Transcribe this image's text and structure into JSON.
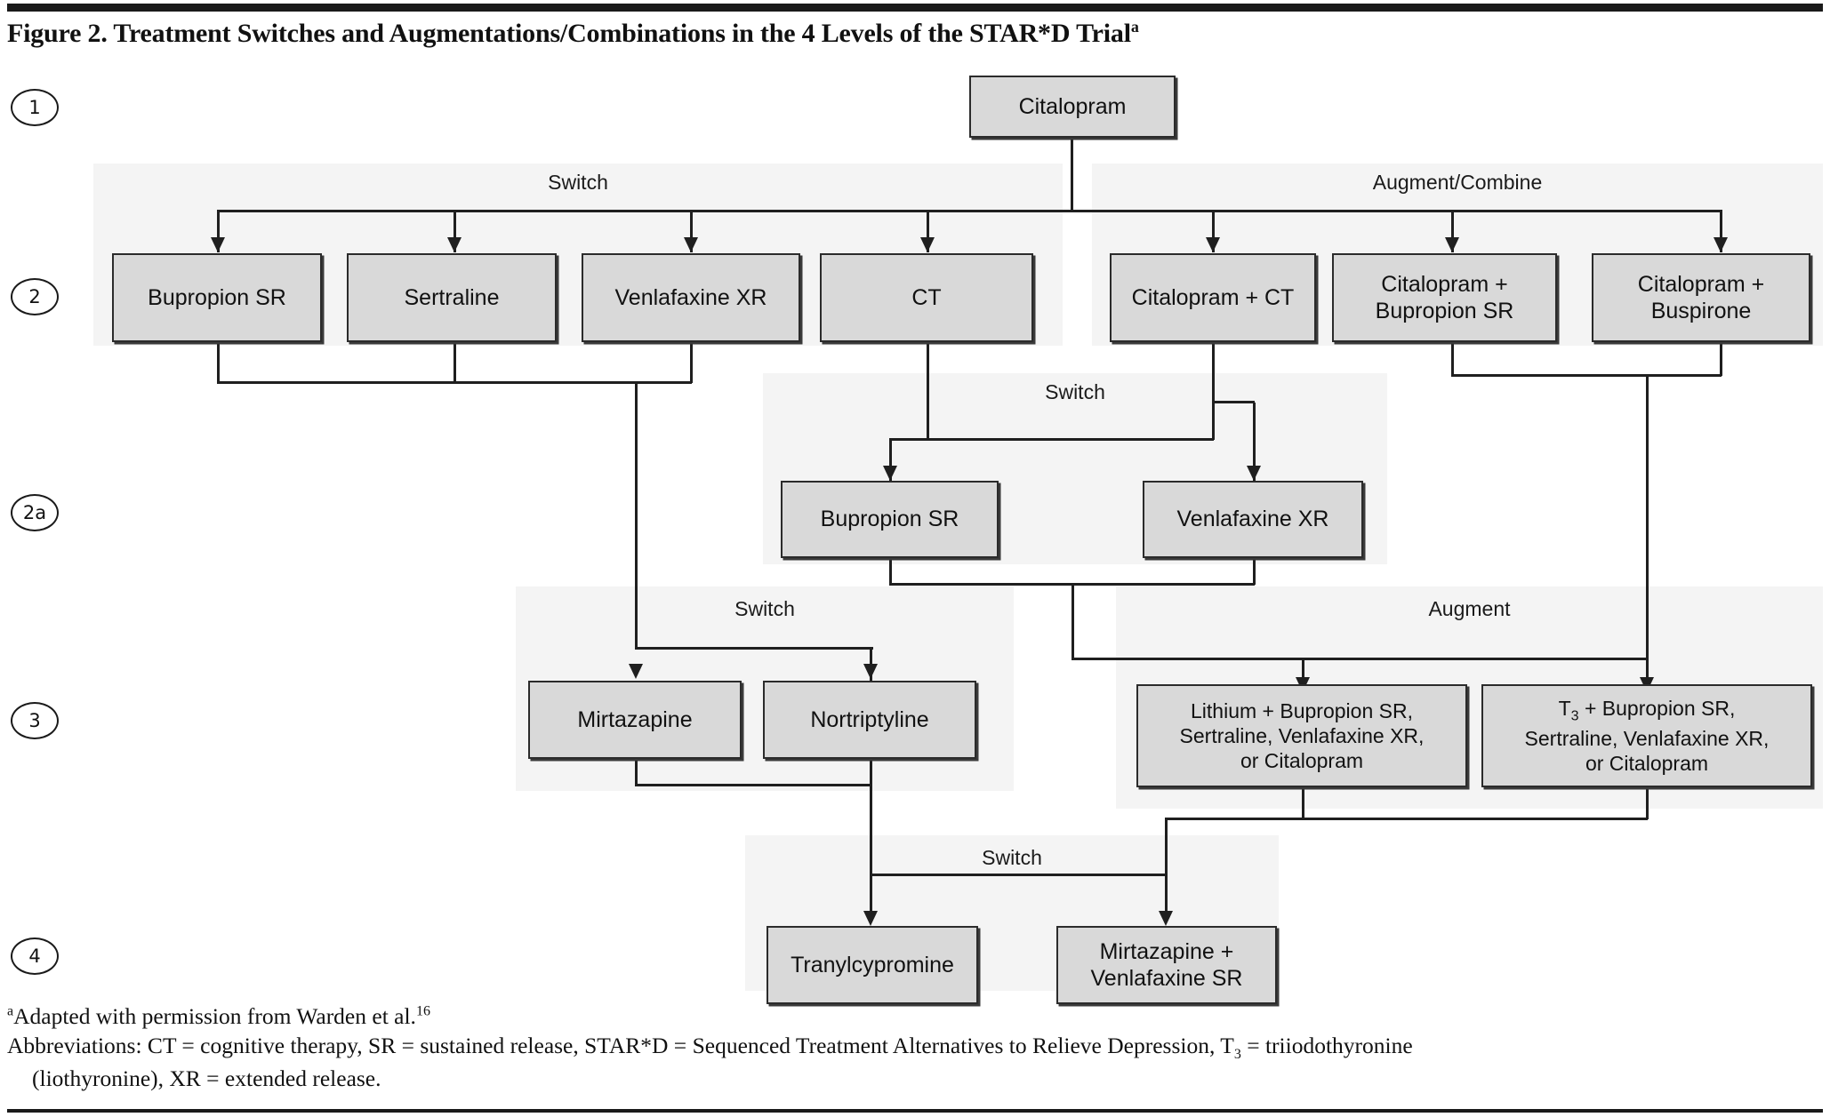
{
  "figure": {
    "title": "Figure 2. Treatment Switches and Augmentations/Combinations in the 4 Levels of the STAR*D Trial",
    "title_superscript": "a"
  },
  "colors": {
    "node_fill": "#d9d9d9",
    "node_border": "#2b2b2b",
    "band_fill": "#f4f4f4",
    "line": "#1f1f1f",
    "rule": "#1a1a1a",
    "text": "#111111"
  },
  "levels": [
    {
      "id": "level-1",
      "label": "1"
    },
    {
      "id": "level-2",
      "label": "2"
    },
    {
      "id": "level-2a",
      "label": "2a"
    },
    {
      "id": "level-3",
      "label": "3"
    },
    {
      "id": "level-4",
      "label": "4"
    }
  ],
  "bands": [
    {
      "id": "band-l2-switch",
      "label": "Switch"
    },
    {
      "id": "band-l2-augment",
      "label": "Augment/Combine"
    },
    {
      "id": "band-l2a-switch",
      "label": "Switch"
    },
    {
      "id": "band-l3-switch",
      "label": "Switch"
    },
    {
      "id": "band-l3-augment",
      "label": "Augment"
    },
    {
      "id": "band-l4-switch",
      "label": "Switch"
    }
  ],
  "nodes": {
    "level1": [
      {
        "id": "citalopram",
        "label": "Citalopram"
      }
    ],
    "level2_switch": [
      {
        "id": "bupropion-sr",
        "label": "Bupropion SR"
      },
      {
        "id": "sertraline",
        "label": "Sertraline"
      },
      {
        "id": "venlafaxine-xr",
        "label": "Venlafaxine XR"
      },
      {
        "id": "ct",
        "label": "CT"
      }
    ],
    "level2_augment": [
      {
        "id": "citalopram-ct",
        "label": "Citalopram + CT"
      },
      {
        "id": "citalopram-bupropion-sr",
        "label": "Citalopram +\nBupropion SR"
      },
      {
        "id": "citalopram-buspirone",
        "label": "Citalopram +\nBuspirone"
      }
    ],
    "level2a": [
      {
        "id": "l2a-bupropion-sr",
        "label": "Bupropion SR"
      },
      {
        "id": "l2a-venlafaxine-xr",
        "label": "Venlafaxine XR"
      }
    ],
    "level3_switch": [
      {
        "id": "mirtazapine",
        "label": "Mirtazapine"
      },
      {
        "id": "nortriptyline",
        "label": "Nortriptyline"
      }
    ],
    "level3_augment": [
      {
        "id": "lithium-combo",
        "label": "Lithium + Bupropion SR,\nSertraline, Venlafaxine XR,\nor Citalopram"
      },
      {
        "id": "t3-combo",
        "label": "T3 + Bupropion SR,\nSertraline, Venlafaxine XR,\nor Citalopram",
        "rich": true,
        "line1_pre": "T",
        "line1_sub": "3",
        "line1_post": " + Bupropion SR,",
        "line2": "Sertraline, Venlafaxine XR,",
        "line3": "or Citalopram"
      }
    ],
    "level4": [
      {
        "id": "tranylcypromine",
        "label": "Tranylcypromine"
      },
      {
        "id": "mirtazapine-venlafaxine",
        "label": "Mirtazapine +\nVenlafaxine SR"
      }
    ]
  },
  "footnotes": {
    "marker_a": "a",
    "line_a": "Adapted with permission from Warden et al.",
    "ref_16": "16",
    "abbrev_prefix": "Abbreviations: CT = cognitive therapy, SR = sustained release, STAR*D = Sequenced Treatment Alternatives to Relieve Depression, T",
    "abbrev_sub": "3",
    "abbrev_mid": " = triiodothyronine",
    "abbrev_line2": "(liothyronine), XR = extended release."
  }
}
